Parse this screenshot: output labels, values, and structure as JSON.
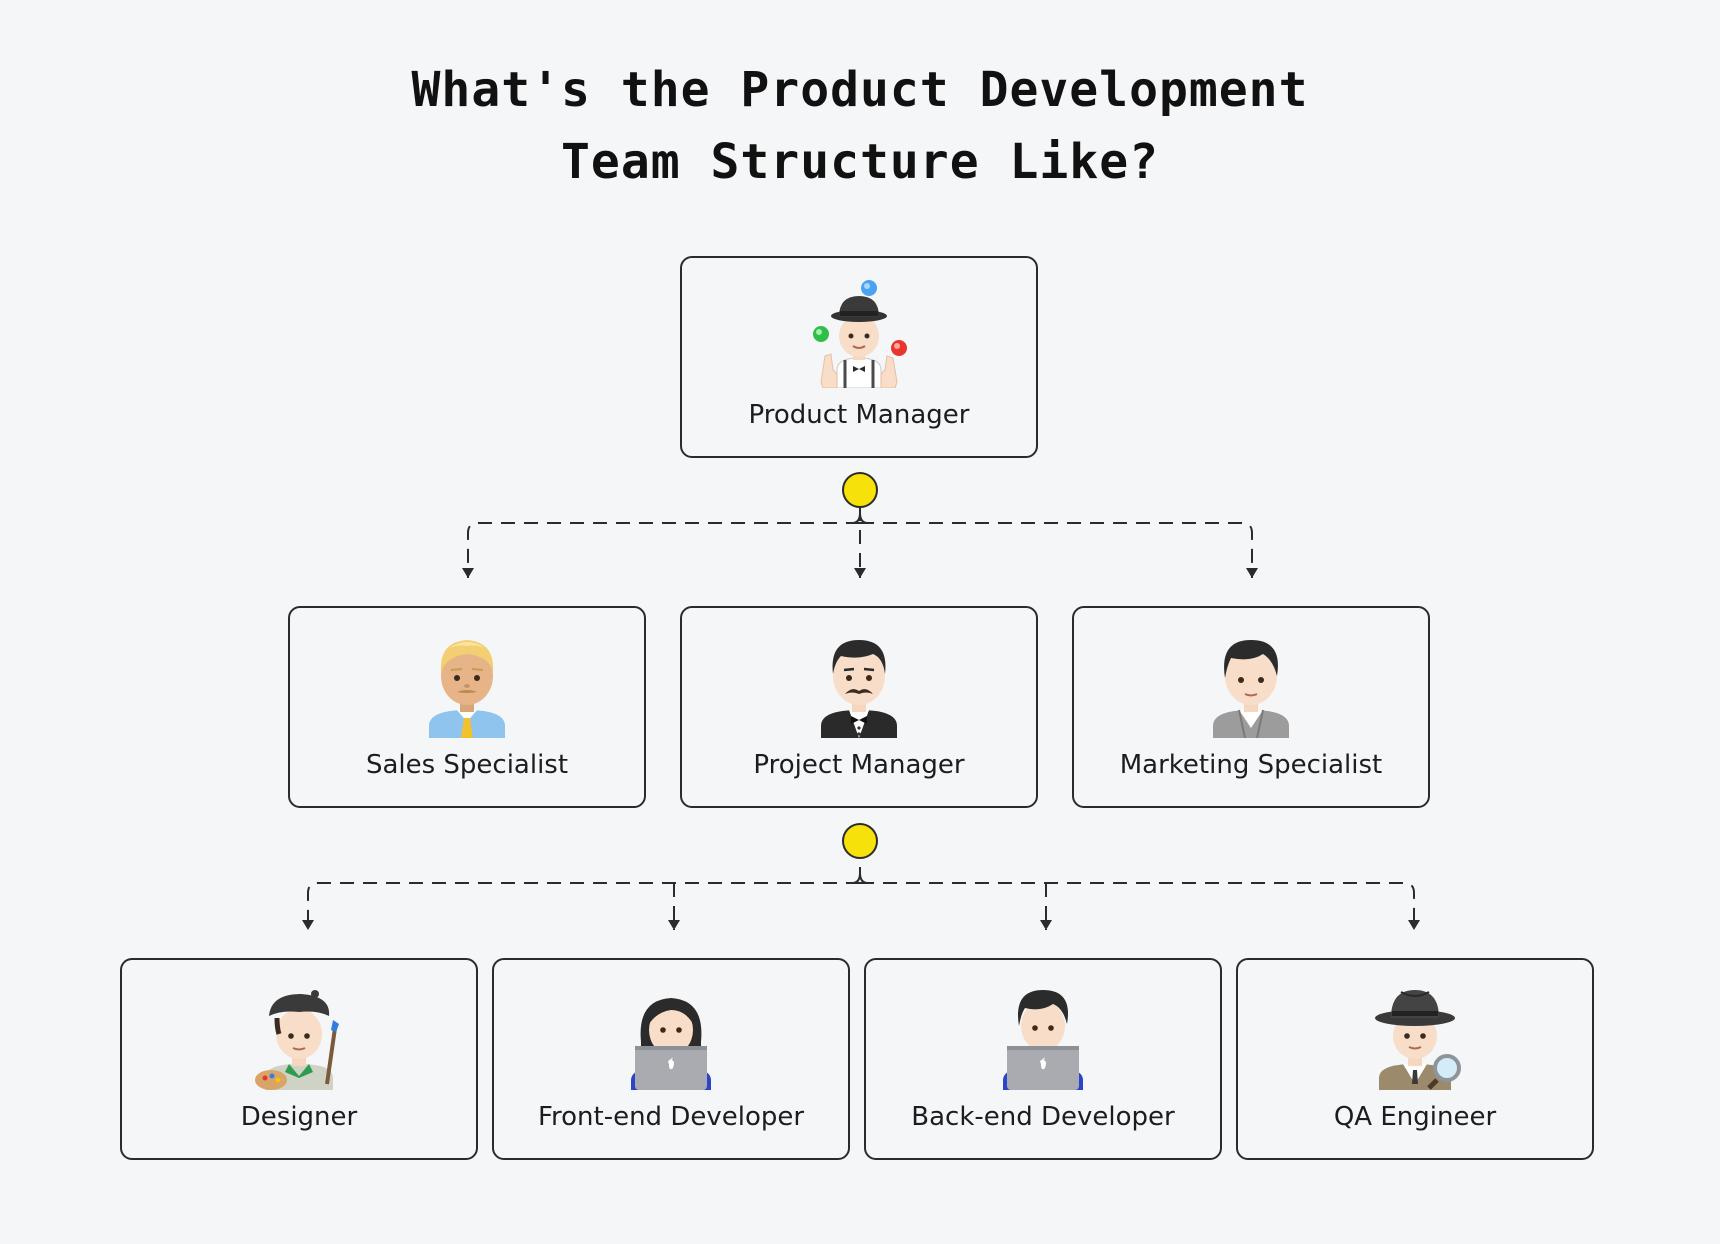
{
  "title": {
    "line1": "What's the Product Development",
    "line2": "Team Structure Like?"
  },
  "colors": {
    "connector": "#2b2b2b",
    "junction_dot": "#f7e10b",
    "node_border": "#2b2b2b",
    "background": "#f5f6f8"
  },
  "nodes": {
    "product_manager": {
      "label": "Product Manager",
      "icon": "man-juggling-icon"
    },
    "sales_specialist": {
      "label": "Sales Specialist",
      "icon": "businessman-tie-icon"
    },
    "project_manager": {
      "label": "Project Manager",
      "icon": "man-in-tuxedo-icon"
    },
    "marketing_specialist": {
      "label": "Marketing Specialist",
      "icon": "man-in-suit-icon"
    },
    "designer": {
      "label": "Designer",
      "icon": "artist-with-palette-icon"
    },
    "frontend_developer": {
      "label": "Front-end Developer",
      "icon": "woman-technologist-icon"
    },
    "backend_developer": {
      "label": "Back-end Developer",
      "icon": "man-technologist-icon"
    },
    "qa_engineer": {
      "label": "QA Engineer",
      "icon": "detective-with-magnifier-icon"
    }
  },
  "hierarchy": [
    {
      "parent": "product_manager",
      "children": [
        "sales_specialist",
        "project_manager",
        "marketing_specialist"
      ]
    },
    {
      "parent": "project_manager",
      "children": [
        "designer",
        "frontend_developer",
        "backend_developer",
        "qa_engineer"
      ]
    }
  ]
}
